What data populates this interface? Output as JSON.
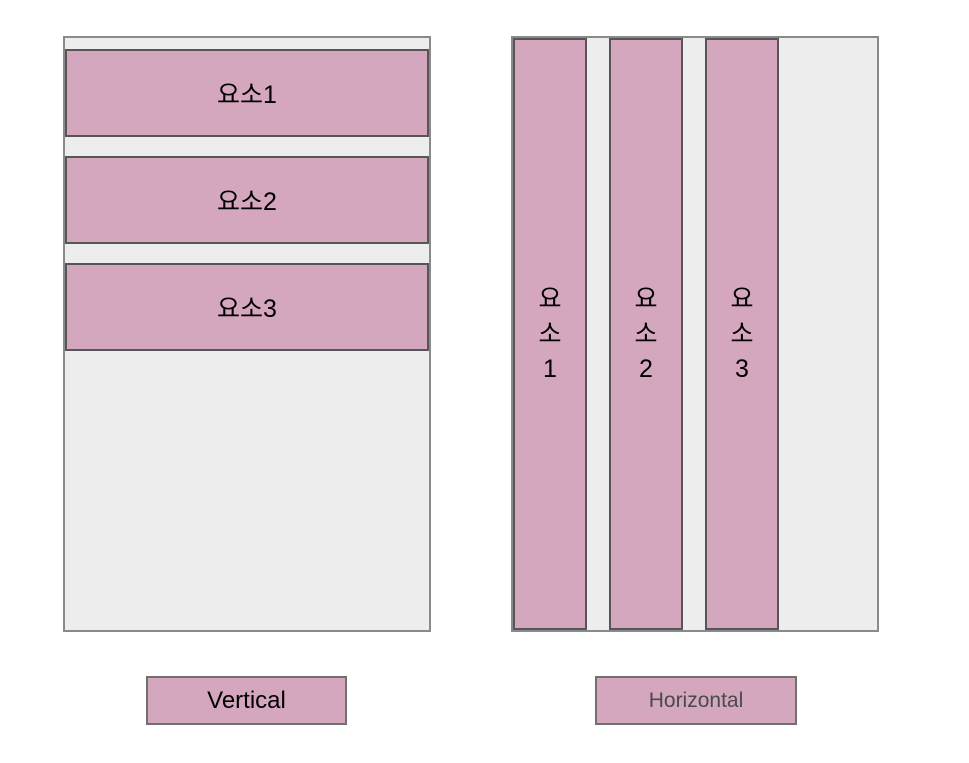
{
  "colors": {
    "page_bg": "#ffffff",
    "panel_bg": "#ededed",
    "panel_border": "#8a8a8a",
    "item_bg": "#d4a7be",
    "item_border": "#565656",
    "button_bg": "#d4a7be",
    "button_border": "#707070",
    "vertical_button_text": "#000000",
    "horizontal_button_text": "#4a4a4a"
  },
  "vertical_demo": {
    "items": [
      "요소1",
      "요소2",
      "요소3"
    ],
    "button_label": "Vertical"
  },
  "horizontal_demo": {
    "items": [
      "요소1",
      "요소2",
      "요소3"
    ],
    "button_label": "Horizontal"
  }
}
